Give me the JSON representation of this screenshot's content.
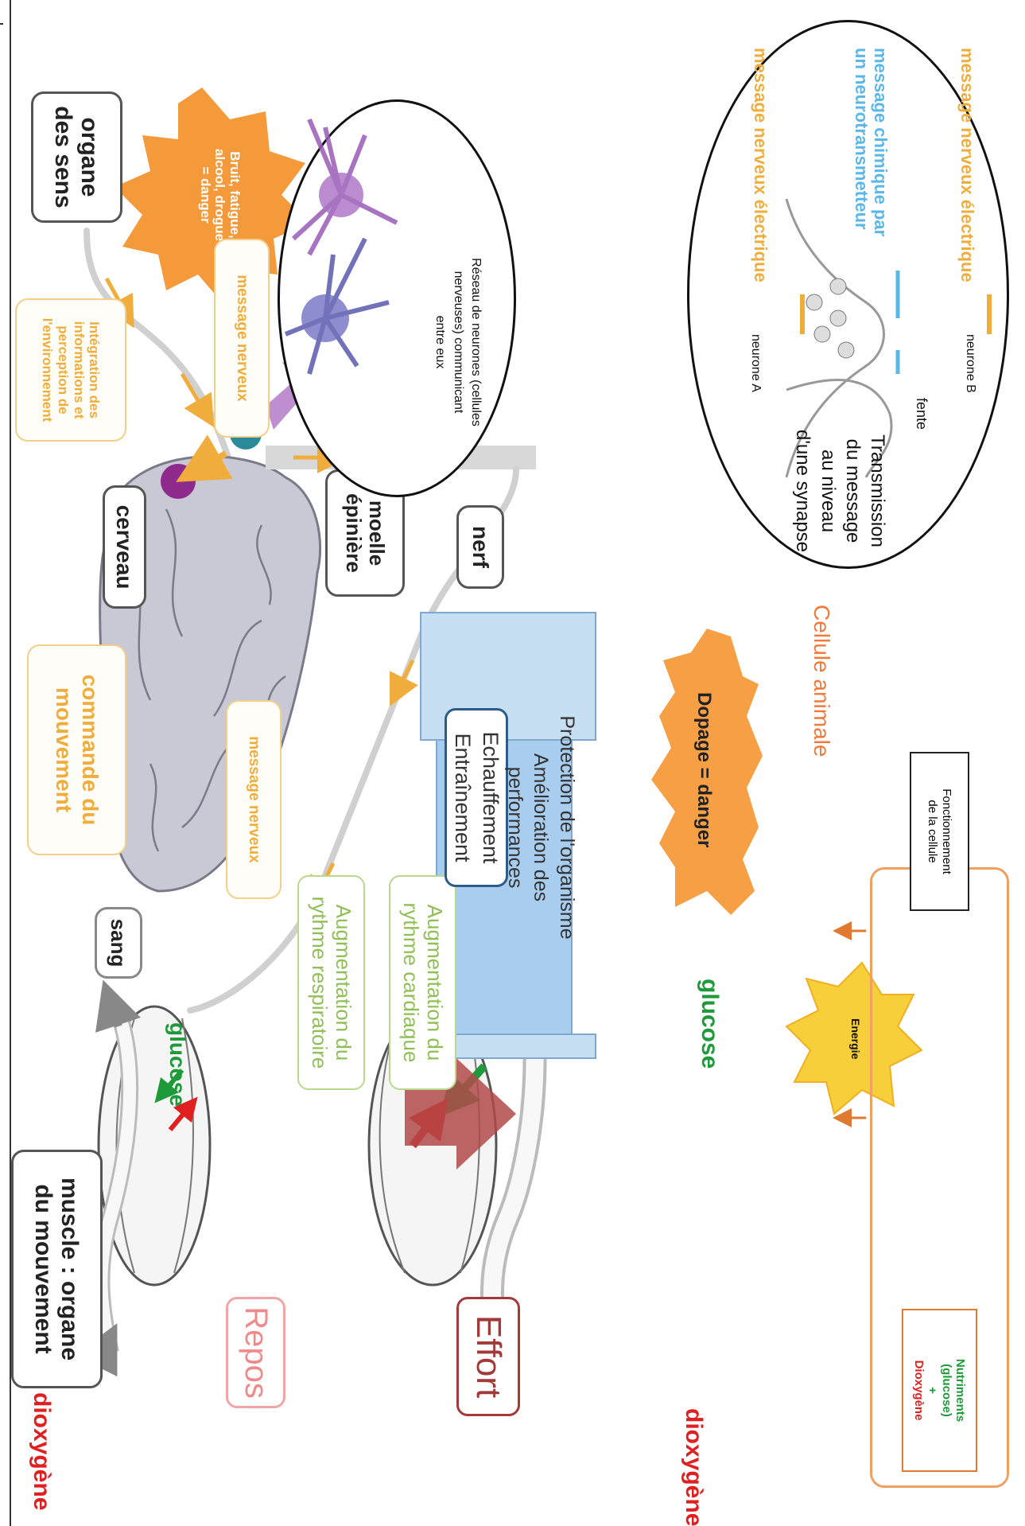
{
  "labels": {
    "organe_des_sens": "organe\ndes sens",
    "danger_star": "Bruit, fatigue,\nalcool, drogue\n= danger",
    "integration": "Intégration des\ninformations et\nperception de\nl'environnement",
    "message_nerveux": "message nerveux",
    "cerveau": "cerveau",
    "moelle_epiniere": "moelle\népinière",
    "nerf": "nerf",
    "commande_mouvement": "commande du\nmouvement",
    "muscle": "muscle : organe\ndu mouvement",
    "sang": "sang",
    "glucose": "glucose",
    "dioxygene": "dioxygène",
    "repos": "Repos",
    "effort": "Effort",
    "aug_resp": "Augmentation du\nrythme respiratoire",
    "aug_card": "Augmentation du\nrythme cardiaque",
    "echauffement": "Echauffement\nEntraînement",
    "banner": "Protection de l'organisme\nAmélioration des\nperformances",
    "dopage": "Dopage = danger",
    "cellule_animale": "Cellule animale",
    "nutriments": "Nutriments\n(glucose)\n+",
    "dioxygene_cell": "Dioxygène",
    "energie": "Energie",
    "fonctionnement": "Fonctionnement\nde la cellule",
    "reseau": "Réseau de neurones (cellules\nnerveuses) communicant\nentre eux",
    "neurone_a": "neurone A",
    "neurone_b": "neurone B",
    "fente": "fente",
    "msg_elec": "message nerveux électrique",
    "msg_chim": "message chimique par\nun neurotransmetteur",
    "transmission": "Transmission\ndu message\nau niveau\nd'une synapse"
  },
  "colors": {
    "yellow": "#f0ad3c",
    "green": "#1f9a3a",
    "red": "#e02020",
    "orange": "#f59a3a",
    "blue_light": "#5bb7e8",
    "purple": "#8e2a8c",
    "teal": "#2a8a9a",
    "dark_red": "#a23a3a"
  }
}
